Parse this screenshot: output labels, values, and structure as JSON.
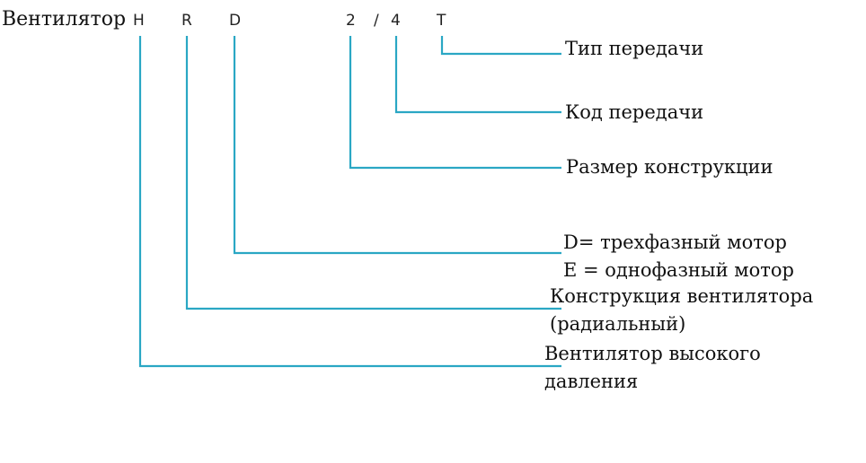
{
  "colors": {
    "leader_line": "#2aa7c4",
    "text": "#111111"
  },
  "code": {
    "prefix": "Вентилятор",
    "chars": {
      "h": "H",
      "r": "R",
      "d": "D",
      "two": "2",
      "slash": "/",
      "four": "4",
      "t": "T"
    }
  },
  "labels": {
    "transmission_type": "Тип передачи",
    "transmission_code": "Код передачи",
    "construction_size": "Размер конструкции",
    "motor_line1": "D= трехфазный мотор",
    "motor_line2": "E = однофазный мотор",
    "fan_design_line1": "Конструкция вентилятора",
    "fan_design_line2": "(радиальный)",
    "high_pressure_line1": "Вентилятор высокого",
    "high_pressure_line2": "давления"
  }
}
